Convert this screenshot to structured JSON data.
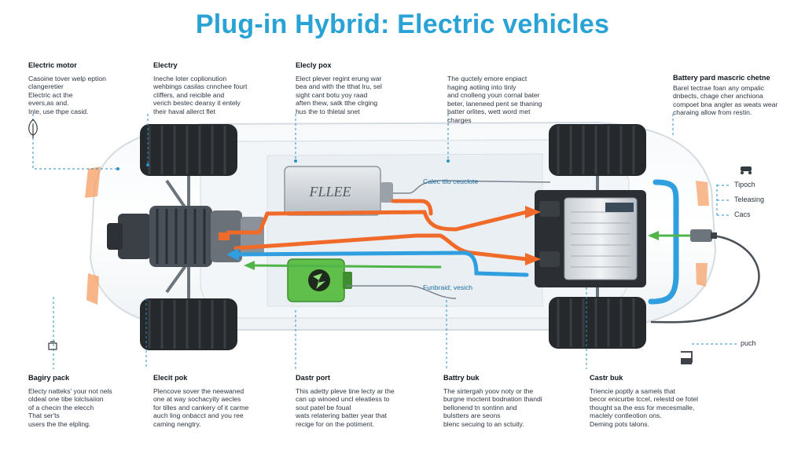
{
  "title": "Plug-in Hybrid: Electric vehicles",
  "top_captions": [
    {
      "heading": "Electric motor",
      "lines": [
        "Casoine tover welp eption",
        "clangeretier",
        "Electric act the",
        "evers,as and.",
        "Inle, use thpe casid."
      ]
    },
    {
      "heading": "Electry",
      "lines": [
        "Ineche loter coplionution",
        "wehbings casilas cnnchee fourt",
        "cliffers, and reicible and",
        "verich bestec dearsy it entely",
        "their haval allerct flet"
      ]
    },
    {
      "heading": "Elecly pox",
      "lines": [
        "Elect plever regint erung war",
        "bea and with the tthat lru, sel",
        "sight cant botu yoy raad",
        "aften thew, satk tthe clrging",
        "hus the to thletal snet"
      ]
    },
    {
      "heading": "",
      "lines": [
        "The quctely emore enpiact",
        "haging aotiing into tinly",
        "and cnolleng youn cornal bater",
        "beter, laneneed pent se thaning",
        "batter orlites, wett word met",
        "charges"
      ]
    },
    {
      "heading": "Battery pard mascric chetne",
      "lines": [
        "Barel tectrae foan any ompalic",
        "dnbects, chage cher anchiona",
        "compoet bna angler as weats wear",
        "charaing allow from restin."
      ]
    }
  ],
  "bottom_captions": [
    {
      "heading": "Bagiry pack",
      "lines": [
        "Electy natteks' your not nels",
        "oldeal one tibe lolclsaiion",
        "of a checin the elecch",
        "That ser'ts",
        "users the the elpling."
      ]
    },
    {
      "heading": "Elecit pok",
      "lines": [
        "Plencove sover the neewaned",
        "one at way sochacyity aecles",
        "for tilles and cankery of it carme",
        "auch ling onbacct and you ree",
        "caming nengtry."
      ]
    },
    {
      "heading": "Dastr port",
      "lines": [
        "This adetty pleve tine lecty ar the",
        "can up winoed uncl eleatiess to",
        "sout patel be foual",
        "wats relatering batter year that",
        "recige for on the potiment."
      ]
    },
    {
      "heading": "Battry buk",
      "lines": [
        "The sirtergah yoov noty or the",
        "burgne moctent bodnation thandi",
        "bellonend tn sontinn and",
        "bulstters are seons",
        "blenc secuing to an sctuity."
      ]
    },
    {
      "heading": "Castr buk",
      "lines": [
        "Triencie poptly a samels that",
        "becor enicurbe tccel, relestd oe fotel",
        "thought sa the ess for mecesmalle,",
        "maclely contleotion ons.",
        "Deming pots talons."
      ]
    }
  ],
  "inline_labels": {
    "calec": "Calec ttlo ceuclote",
    "funbraid": "Funbraid; vesich",
    "engine_badge": "FLLEE"
  },
  "side_labels": [
    "Tipoch",
    "Teleasing",
    "Cacs",
    "puch"
  ],
  "colors": {
    "title": "#29a3d6",
    "hot_flow": "#f06a2a",
    "cool_flow": "#2f9fe0",
    "electric_flow": "#4fb548",
    "battery": "#e9ecef",
    "inverter_green": "#5fbf4a",
    "tire": "#26292c"
  },
  "icons": [
    "leaf-icon",
    "charging-plug-icon",
    "plug-cable-icon",
    "battery-small-icon"
  ]
}
